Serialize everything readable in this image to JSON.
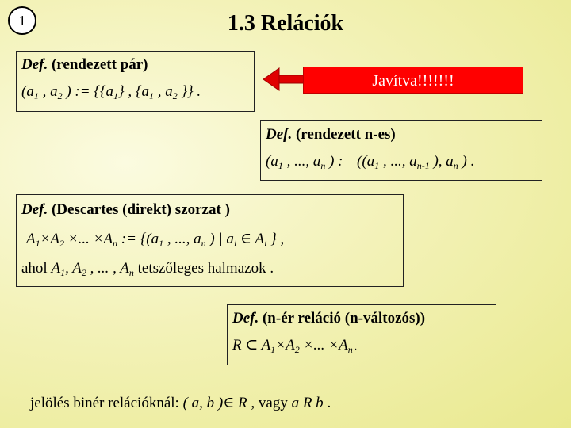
{
  "slide": {
    "number": "1",
    "title": "1.3 Relációk"
  },
  "banner": {
    "label": "Javítva!!!!!!!"
  },
  "def_word": "Def.",
  "def1": {
    "heading": "(rendezett pár)",
    "formula": [
      "(a",
      "1",
      " , a",
      "2",
      " ) := {{a",
      "1",
      "} , {a",
      "1",
      " , a",
      "2",
      " }} ."
    ]
  },
  "def2": {
    "heading": "(rendezett n-es)",
    "formula": [
      "(a",
      "1",
      " , ..., a",
      "n",
      " ) := ((a",
      "1",
      " , ..., a",
      "n-1",
      " ), a",
      "n",
      " ) ."
    ]
  },
  "def3": {
    "heading": "(Descartes (direkt) szorzat )",
    "formula": [
      "A",
      "1",
      "×A",
      "2",
      " ×... ×A",
      "n",
      " :=  {(a",
      "1",
      " , ..., a",
      "n",
      " ) | a",
      "i",
      " ∈ A",
      "i",
      " } ,"
    ],
    "note_prefix": "ahol ",
    "note_vars": [
      "A",
      "1",
      ", A",
      "2",
      " , ... , A",
      "n"
    ],
    "note_suffix": " tetszőleges halmazok ."
  },
  "def4": {
    "heading": "(n-ér reláció (n-változós))",
    "formula": [
      "R ⊂  A",
      "1",
      "×A",
      "2",
      " ×... ×A",
      "n",
      " ."
    ]
  },
  "footer": {
    "text": "jelölés binér relációknál: ",
    "pair": "( a, b  )∈ R ,",
    "or": " vagy ",
    "infix": "a R b",
    "end": " ."
  }
}
